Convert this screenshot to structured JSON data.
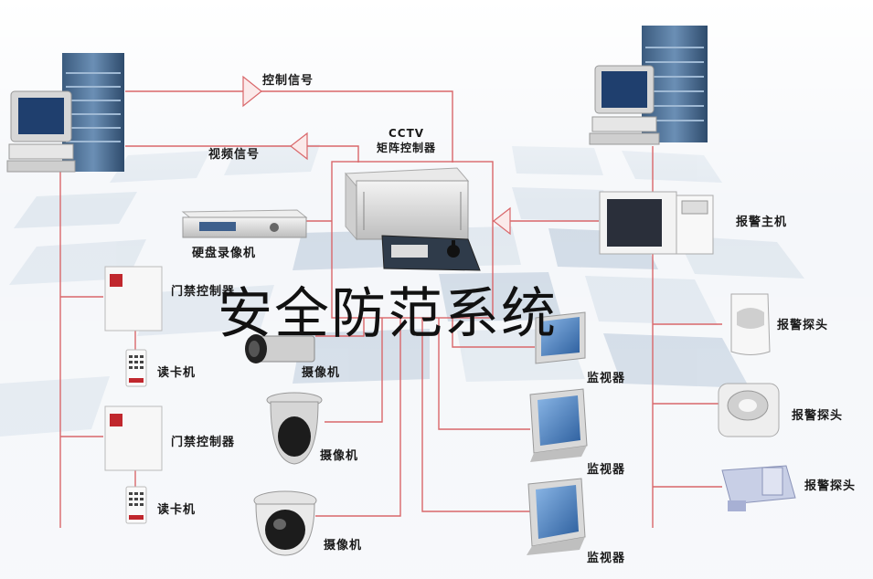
{
  "title": "安全防范系统",
  "signals": {
    "control": "控制信号",
    "video": "视频信号"
  },
  "matrix": {
    "line1": "CCTV",
    "line2": "矩阵控制器"
  },
  "devices": {
    "dvr": "硬盘录像机",
    "access_controller_1": "门禁控制器",
    "access_controller_2": "门禁控制器",
    "card_reader_1": "读卡机",
    "card_reader_2": "读卡机",
    "camera_1": "摄像机",
    "camera_2": "摄像机",
    "camera_3": "摄像机",
    "monitor_1": "监视器",
    "monitor_2": "监视器",
    "monitor_3": "监视器",
    "alarm_host": "报警主机",
    "alarm_probe_1": "报警探头",
    "alarm_probe_2": "报警探头",
    "alarm_probe_3": "报警探头"
  },
  "colors": {
    "wire": "#d9676a",
    "background": "#f5f7fa",
    "tile": "#dfe7ef",
    "tile_dark": "#cdd8e4"
  },
  "icons": [
    "workstation-computer",
    "server-tower",
    "matrix-controller",
    "keyboard-joystick",
    "dvr-recorder",
    "access-controller",
    "card-reader",
    "box-camera",
    "dome-camera",
    "crt-monitor",
    "alarm-host-panel",
    "pir-detector"
  ]
}
